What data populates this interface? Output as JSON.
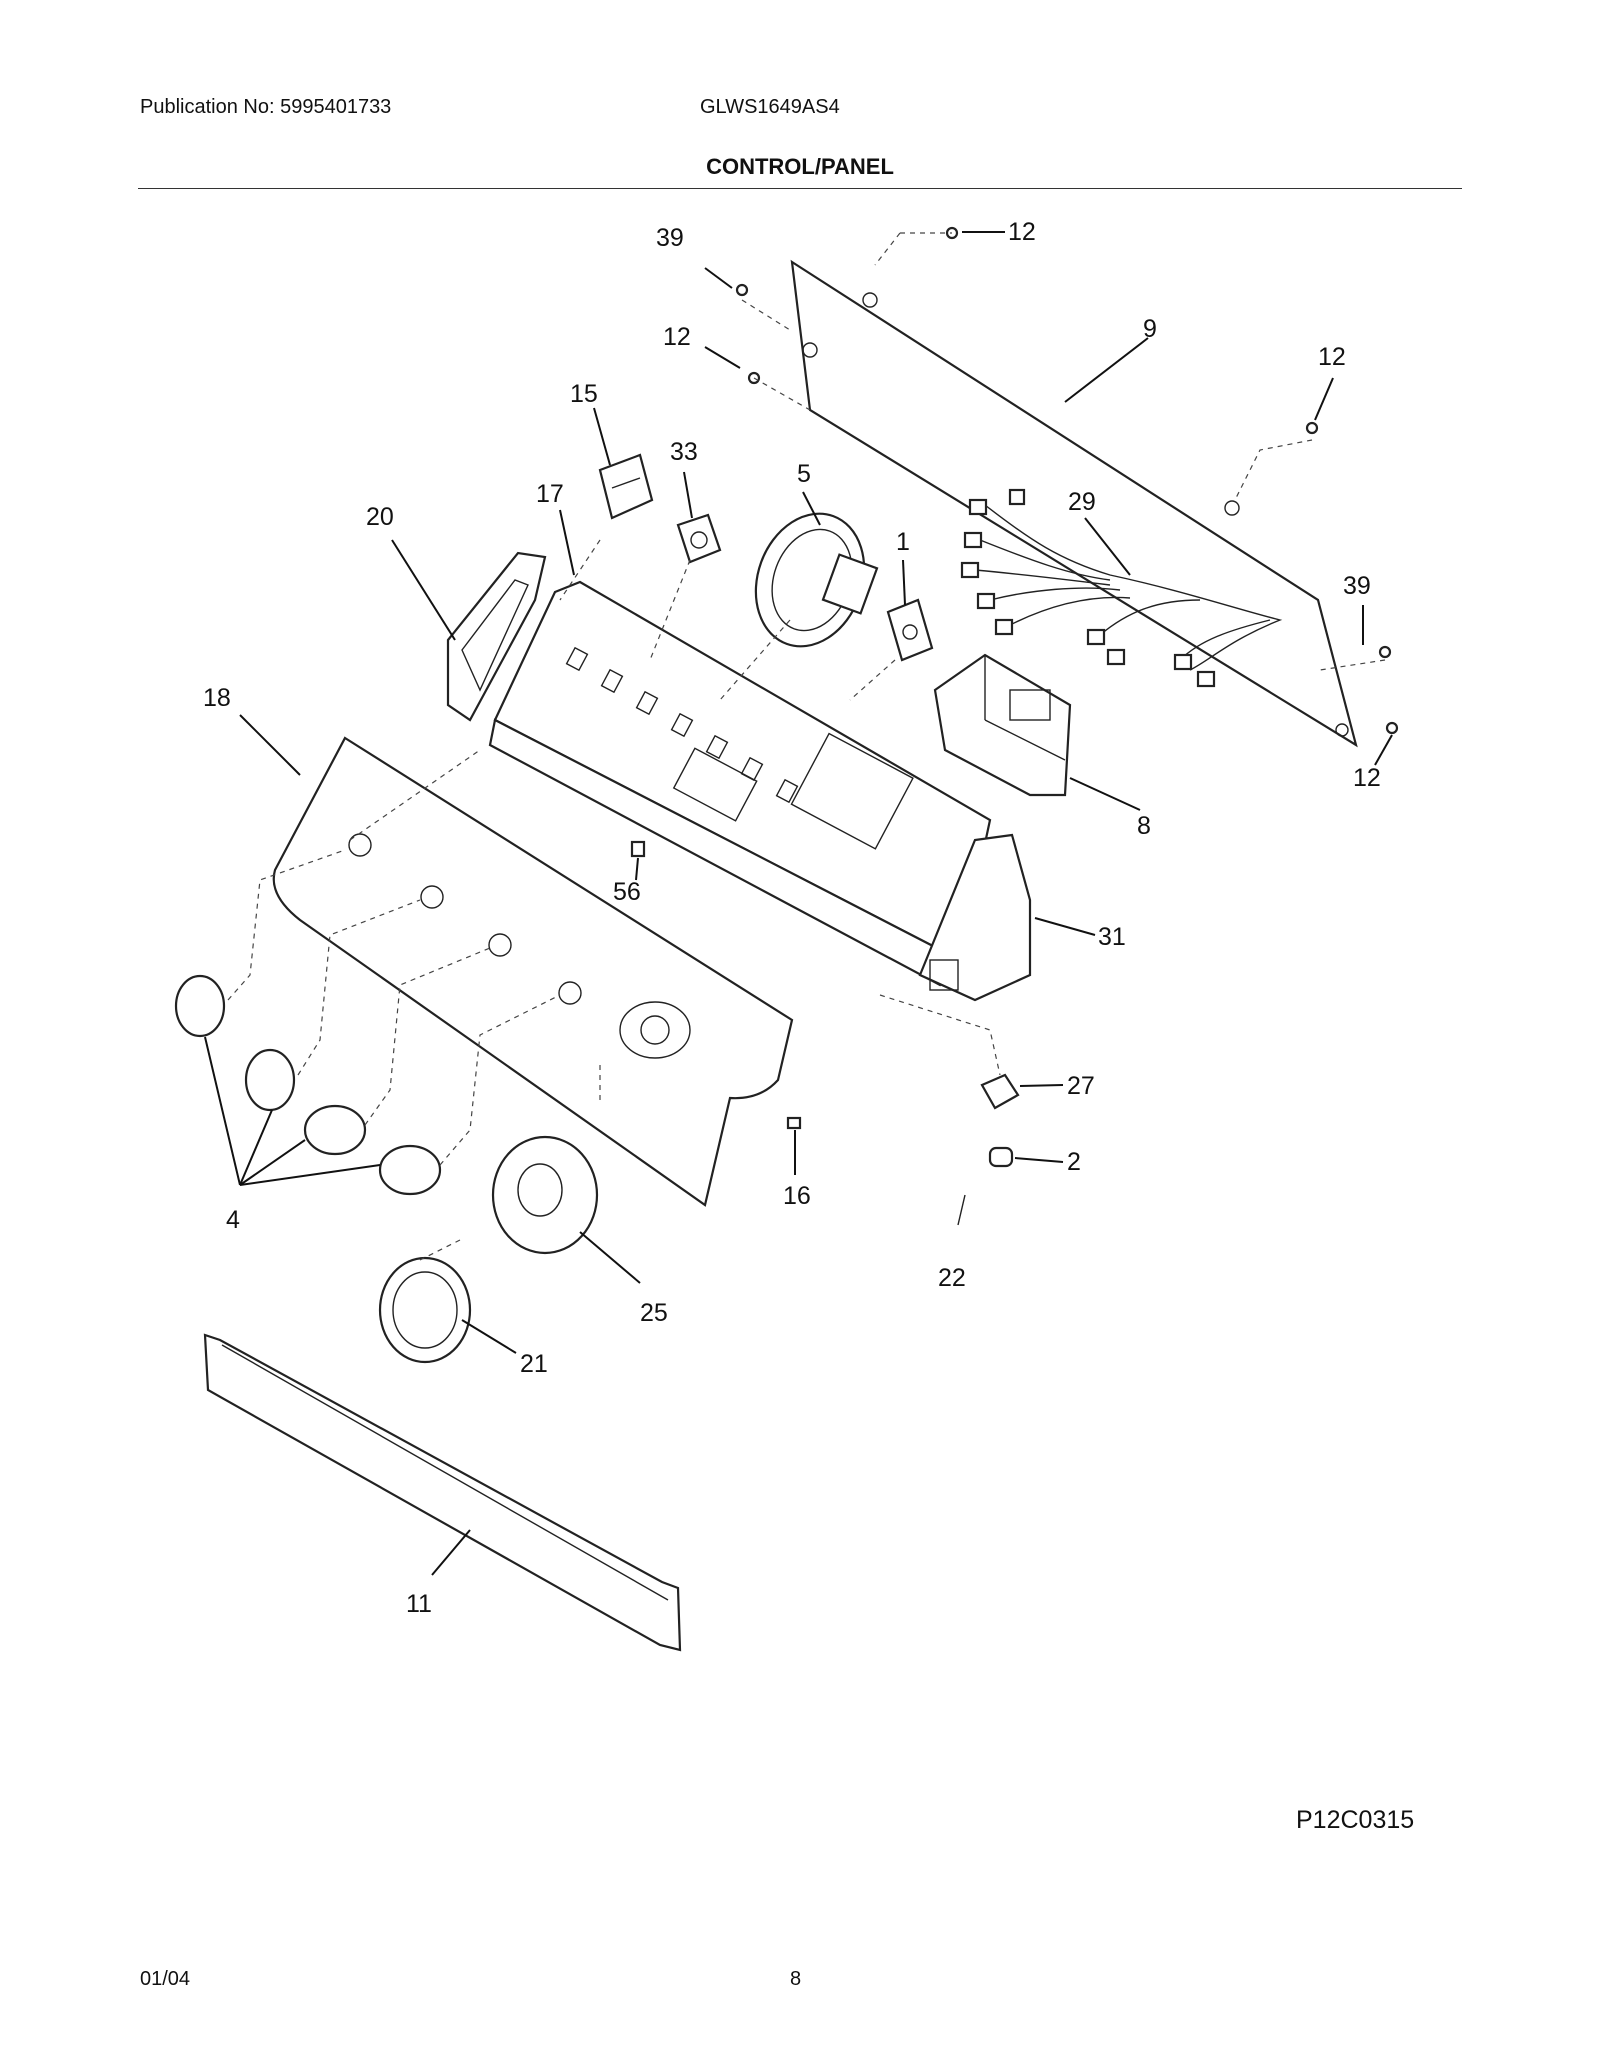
{
  "header": {
    "publication": "Publication No: 5995401733",
    "model": "GLWS1649AS4",
    "title": "CONTROL/PANEL"
  },
  "callouts": [
    {
      "id": "c39a",
      "text": "39"
    },
    {
      "id": "c12a",
      "text": "12"
    },
    {
      "id": "c12b",
      "text": "12"
    },
    {
      "id": "c9",
      "text": "9"
    },
    {
      "id": "c12c",
      "text": "12"
    },
    {
      "id": "c15",
      "text": "15"
    },
    {
      "id": "c33",
      "text": "33"
    },
    {
      "id": "c5",
      "text": "5"
    },
    {
      "id": "c17",
      "text": "17"
    },
    {
      "id": "c20",
      "text": "20"
    },
    {
      "id": "c29",
      "text": "29"
    },
    {
      "id": "c1",
      "text": "1"
    },
    {
      "id": "c39b",
      "text": "39"
    },
    {
      "id": "c18",
      "text": "18"
    },
    {
      "id": "c12d",
      "text": "12"
    },
    {
      "id": "c8",
      "text": "8"
    },
    {
      "id": "c56",
      "text": "56"
    },
    {
      "id": "c31",
      "text": "31"
    },
    {
      "id": "c27",
      "text": "27"
    },
    {
      "id": "c2",
      "text": "2"
    },
    {
      "id": "c16",
      "text": "16"
    },
    {
      "id": "c4",
      "text": "4"
    },
    {
      "id": "c22",
      "text": "22"
    },
    {
      "id": "c25",
      "text": "25"
    },
    {
      "id": "c21",
      "text": "21"
    },
    {
      "id": "c11",
      "text": "11"
    }
  ],
  "figure_ref": "P12C0315",
  "footer": {
    "date": "01/04",
    "page": "8"
  }
}
